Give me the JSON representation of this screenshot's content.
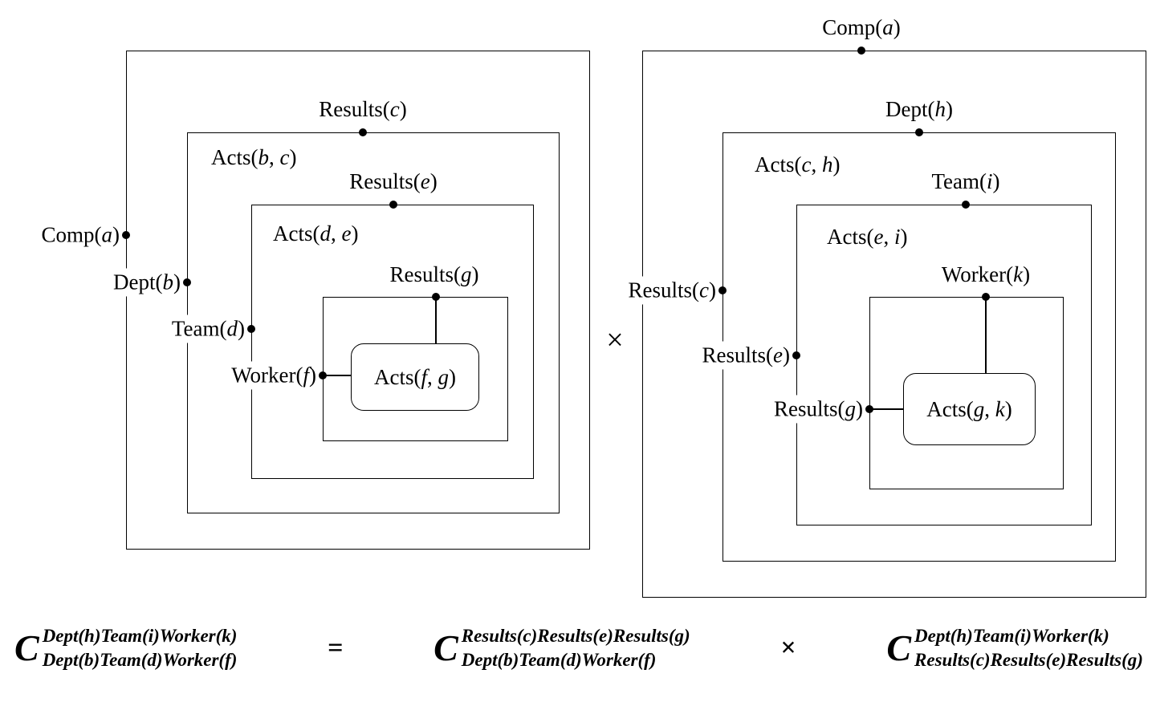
{
  "colors": {
    "ink": "#000000",
    "background": "#ffffff"
  },
  "operator_between_diagrams": "×",
  "left_diagram": {
    "comp_port": "Comp(a)",
    "dept": {
      "corner_label": "Acts(b, c)",
      "port": "Dept(b)",
      "output": "Results(c)"
    },
    "team": {
      "corner_label": "Acts(d, e)",
      "port": "Team(d)",
      "output": "Results(e)"
    },
    "worker": {
      "port": "Worker(f)",
      "output": "Results(g)"
    },
    "core_label": "Acts(f, g)"
  },
  "right_diagram": {
    "comp_output": "Comp(a)",
    "dept": {
      "corner_label": "Acts(c, h)",
      "port": "Results(c)",
      "output": "Dept(h)"
    },
    "team": {
      "corner_label": "Acts(e, i)",
      "port": "Results(e)",
      "output": "Team(i)"
    },
    "worker": {
      "port": "Results(g)",
      "output": "Worker(k)"
    },
    "core_label": "Acts(g, k)"
  },
  "formula": {
    "lhs": {
      "base": "C",
      "sup": "Dept(h)Team(i)Worker(k)",
      "sub": "Dept(b)Team(d)Worker(f)"
    },
    "equals": "=",
    "first": {
      "base": "C",
      "sup": "Results(c)Results(e)Results(g)",
      "sub": "Dept(b)Team(d)Worker(f)"
    },
    "times": "×",
    "second": {
      "base": "C",
      "sup": "Dept(h)Team(i)Worker(k)",
      "sub": "Results(c)Results(e)Results(g)"
    }
  }
}
